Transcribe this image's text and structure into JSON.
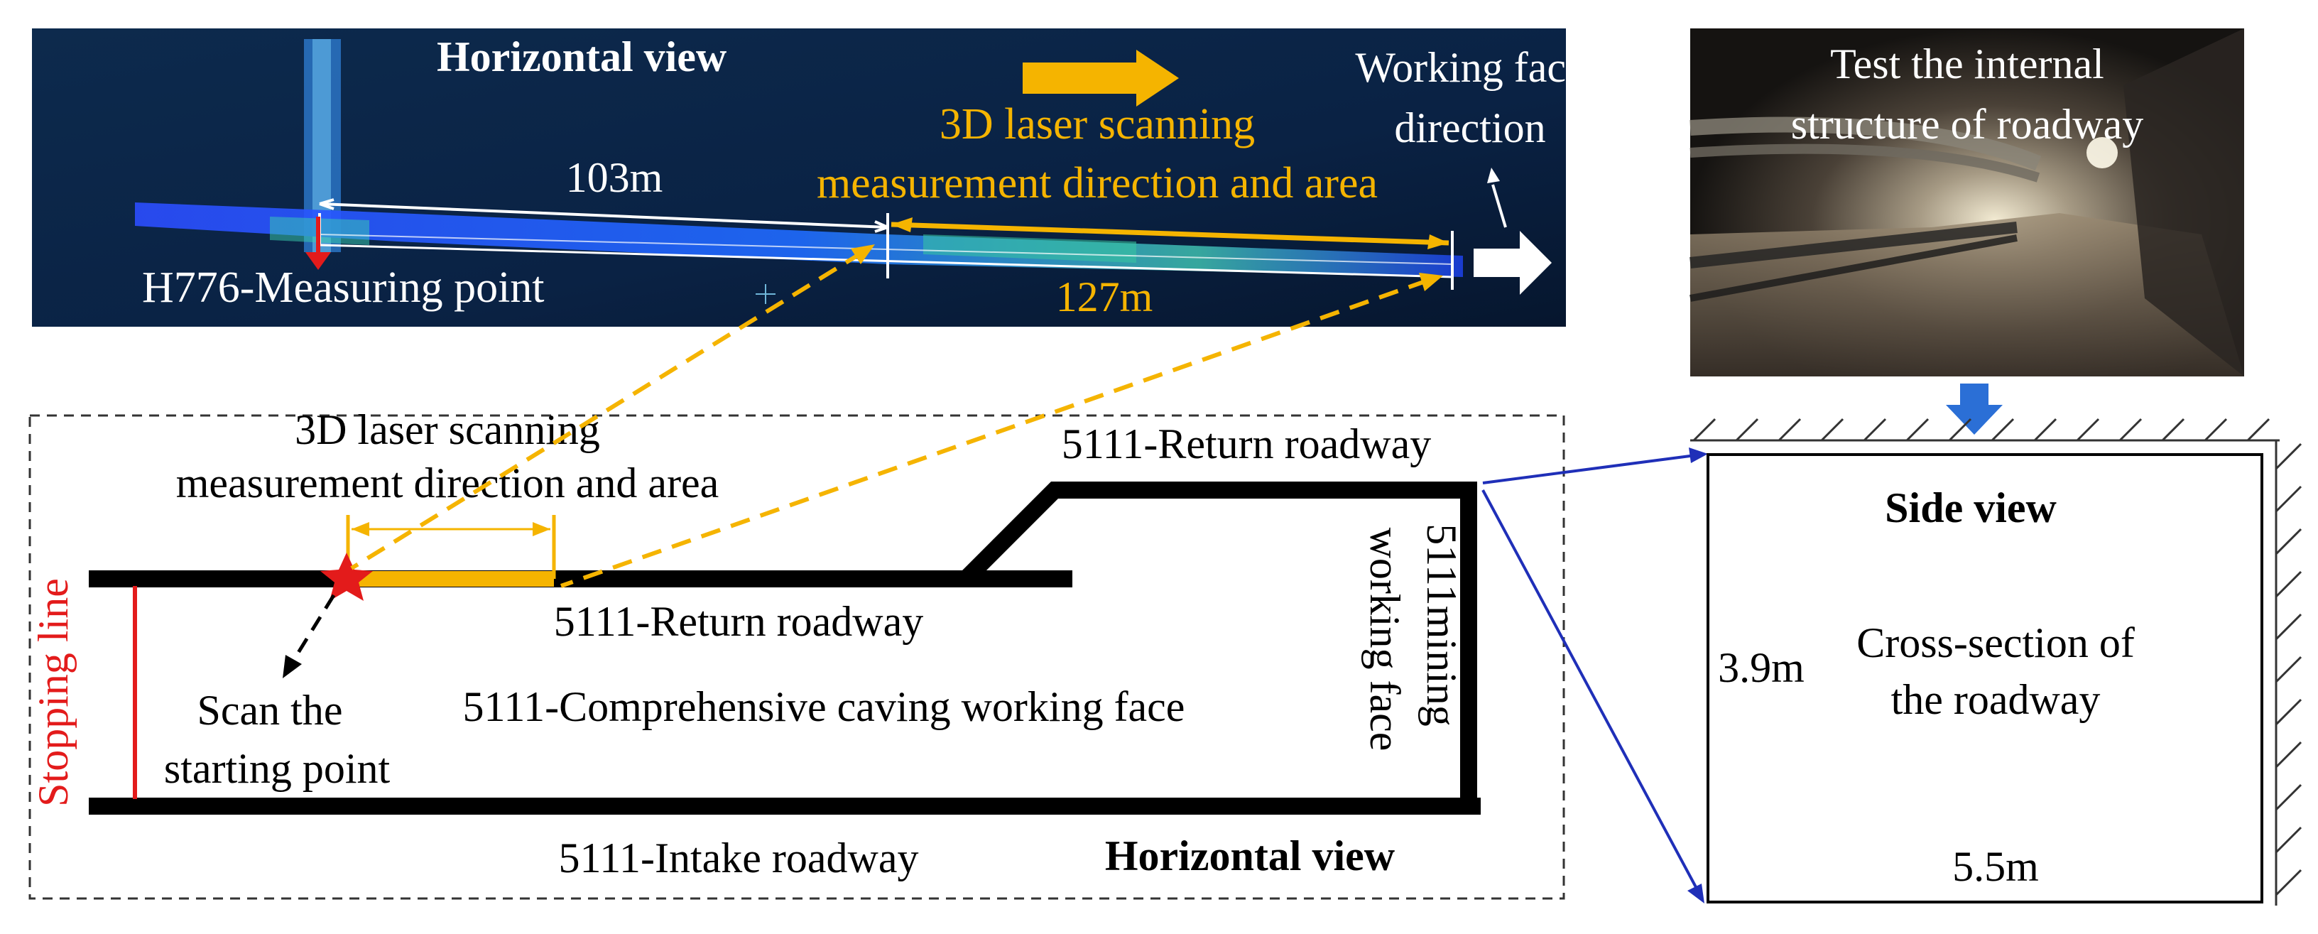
{
  "scan_panel": {
    "title": "Horizontal view",
    "working_face_line1": "Working face",
    "working_face_line2": "direction",
    "area_line1": "3D laser scanning",
    "area_line2": "measurement direction and area",
    "dist_first": "103m",
    "dist_second": "127m",
    "measuring_point": "H776-Measuring point"
  },
  "photo_panel": {
    "caption_line1": "Test the internal",
    "caption_line2": "structure of roadway"
  },
  "plan_panel": {
    "area_line1": "3D laser scanning",
    "area_line2": "measurement direction and area",
    "return_top": "5111-Return roadway",
    "return_middle": "5111-Return roadway",
    "working_face_center": "5111-Comprehensive caving working face",
    "scan_start_line1": "Scan the",
    "scan_start_line2": "starting point",
    "stopping_line": "Stopping line",
    "mining_face_line1": "5111mining",
    "mining_face_line2": "working face",
    "intake": "5111-Intake roadway",
    "title": "Horizontal view"
  },
  "side_panel": {
    "title": "Side view",
    "height": "3.9m",
    "cross_line1": "Cross-section of",
    "cross_line2": "the roadway",
    "width": "5.5m"
  },
  "colors": {
    "orange": "#f5b400",
    "blue_arrow": "#2b6fd6",
    "connector_blue": "#1f2fb8",
    "red": "#e31b1b",
    "dark_bg": "#06183a"
  }
}
